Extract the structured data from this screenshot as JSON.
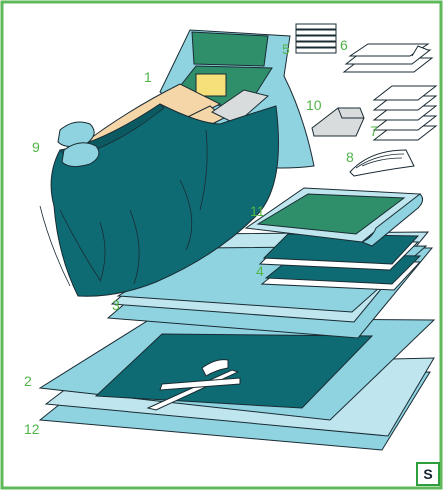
{
  "colors": {
    "frame": "#5fb85a",
    "label_green": "#52b448",
    "drape_teal": "#0e6b73",
    "drape_dark": "#0b5a62",
    "drape_light": "#8fd3e0",
    "drape_pale": "#bfe6ee",
    "drape_green": "#2f8f6a",
    "skin": "#f5d6a8",
    "outline": "#1a2b33"
  },
  "labels": {
    "l1": "1",
    "l2": "2",
    "l3": "3",
    "l4": "4",
    "l5": "5",
    "l6": "6",
    "l7": "7",
    "l8": "8",
    "l9": "9",
    "l10": "10",
    "l11": "11",
    "l12": "12"
  },
  "badge": "S",
  "icons": {
    "patient": "draped-patient-icon",
    "tape_stack": "adhesive-strips-stack-icon",
    "towels": "towel-stack-icon",
    "mayo_cover": "mayo-stand-cover-icon",
    "armboard": "armboard-cover-icon",
    "sleeves": "folded-sleeves-icon"
  }
}
